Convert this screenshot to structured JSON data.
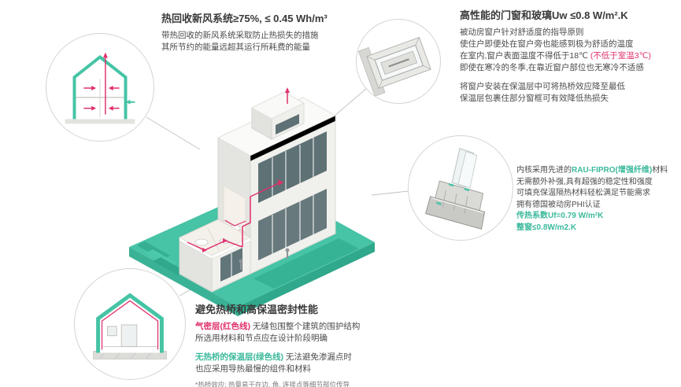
{
  "colors": {
    "teal": "#3cb99c",
    "red": "#e0316d",
    "dark": "#3a3a3a"
  },
  "icons": {
    "ventilation_circle": "house-section-airflow-icon",
    "window_corner_circle": "window-corner-detail-icon",
    "window_profile_circle": "window-profile-cross-section-icon",
    "thermal_circle": "insulated-house-section-icon",
    "center_illustration": "isometric-cutaway-house-illustration"
  },
  "callout_ventilation": {
    "title": "热回收新风系统≥75%, ≤ 0.45 Wh/m³",
    "line1": "带热回收的新风系统采取防止热损失的措施",
    "line2": "其所节约的能量远超其运行所耗费的能量"
  },
  "callout_windows": {
    "title": "高性能的门窗和玻璃Uw ≤0.8 W/m².K",
    "p1_line1": "被动房窗户针对舒适度的指导原则",
    "p1_line2": "使住户即便处在窗户旁也能感到极为舒适的温度",
    "p1_line3_a": "在室内,窗户表面温度不得低于18℃ ",
    "p1_line3_b": "(不低于室温3℃)",
    "p1_line4": "即使在寒冷的冬季,在靠近窗户部位也无寒冷不适感",
    "p2_line1": "将窗户安装在保温层中可将热桥效应降至最低",
    "p2_line2": "保温层包裹住部分窗框可有效降低热损失"
  },
  "callout_profile": {
    "line1_a": "内核采用先进的",
    "line1_b": "RAU-FIPRO(增强纤维)",
    "line1_c": "材料",
    "line2": "无需额外补强,具有超强的稳定性和强度",
    "line3": "可填充保温隔热材料轻松满足节能需求",
    "line4": "拥有德国被动房PHI认证",
    "line5": "传热系数Uf=0.79 W/m²K",
    "line6": "整窗≤0.8W/m2.K"
  },
  "callout_thermal": {
    "title": "避免热桥和高保温密封性能",
    "p1_lead": "气密层(红色线)",
    "p1_rest": " 无缝包围整个建筑的围护结构",
    "p1_line2": "所选用材料和节点应在设计阶段明确",
    "p2_lead": "无热桥的保温层(绿色线)",
    "p2_rest": " 无法避免渗漏点时",
    "p2_line2": "也应采用导热最慢的组件和材料",
    "footnote": "*热桥效应: 热量易于在边, 角, 连接点等细节部位传导"
  }
}
